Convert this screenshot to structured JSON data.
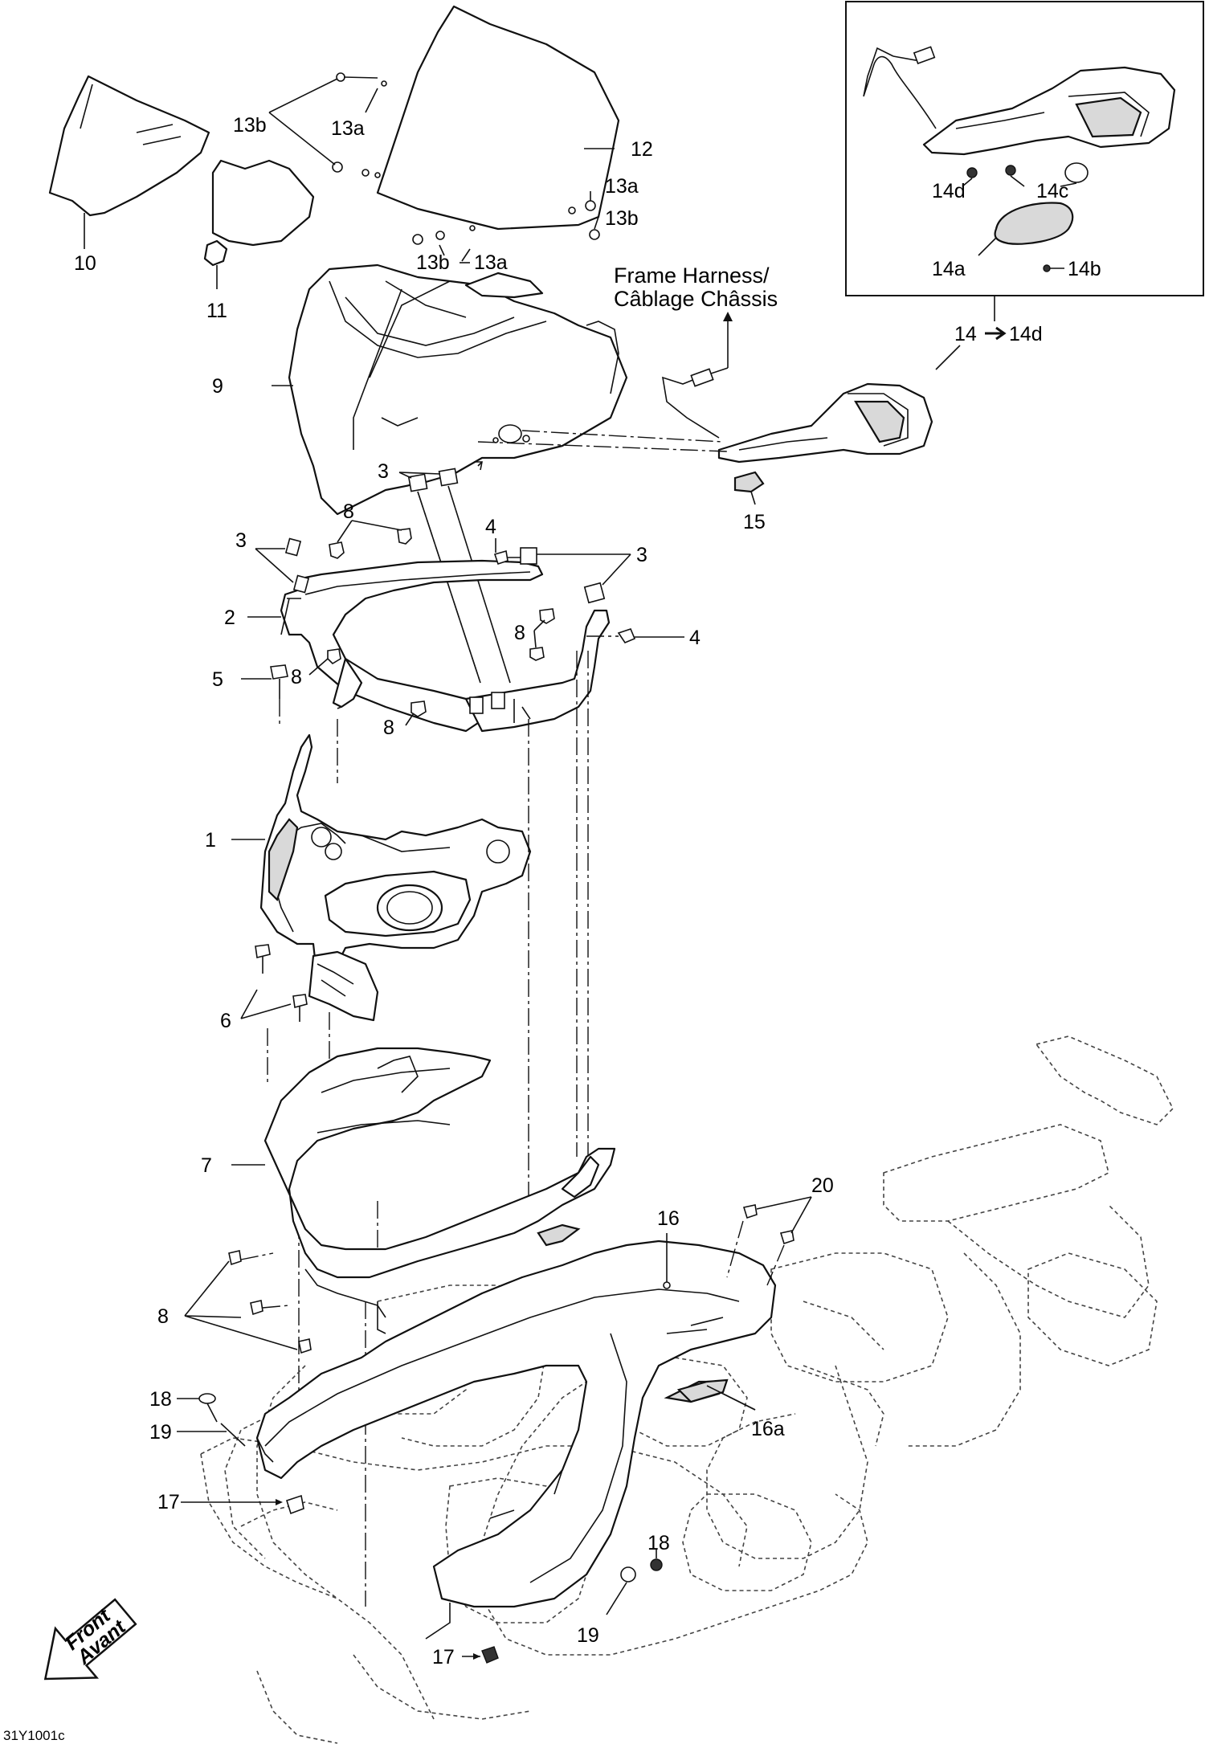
{
  "labels": {
    "p1": "1",
    "p2": "2",
    "p3a": "3",
    "p3b": "3",
    "p3c": "3",
    "p4a": "4",
    "p4b": "4",
    "p5": "5",
    "p6": "6",
    "p7": "7",
    "p8a": "8",
    "p8b": "8",
    "p8c": "8",
    "p8d": "8",
    "p8e": "8",
    "p9": "9",
    "p10": "10",
    "p11": "11",
    "p12": "12",
    "p13a1": "13a",
    "p13a2": "13a",
    "p13a3": "13a",
    "p13b1": "13b",
    "p13b2": "13b",
    "p13b3": "13b",
    "p14": "14",
    "p14d_range": "14d",
    "p14a": "14a",
    "p14b": "14b",
    "p14c": "14c",
    "p14d": "14d",
    "p15": "15",
    "p16": "16",
    "p16a": "16a",
    "p17a": "17",
    "p17b": "17",
    "p18a": "18",
    "p18b": "18",
    "p19a": "19",
    "p19b": "19",
    "p20": "20"
  },
  "frame_harness": {
    "line1": "Frame Harness/",
    "line2": "Câblage Châssis"
  },
  "front_arrow": {
    "line1": "Front",
    "line2": "Avant"
  },
  "drawing_code": "31Y1001c",
  "range_arrow_icon": "right-arrow-icon"
}
